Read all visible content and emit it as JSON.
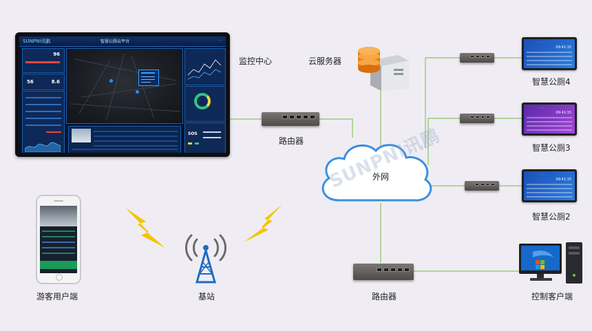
{
  "labels": {
    "monitoring_center": "监控中心",
    "cloud_server": "云服务器",
    "router_top": "路由器",
    "router_bottom": "路由器",
    "internet": "外网",
    "toilet4": "智慧公厕4",
    "toilet3": "智慧公厕3",
    "toilet2": "智慧公厕2",
    "visitor_client": "游客用户端",
    "base_station": "基站",
    "control_client": "控制客户端"
  },
  "monitor_screen": {
    "logo": "SUNPNI讯鹏",
    "title": "智慧公厕云平台",
    "stat_a": "96",
    "stat_b": "56",
    "stat_c": "8.6",
    "sos": "SOS"
  },
  "terminals": {
    "time": "09:41:15"
  },
  "watermark": "SUNPNI讯鹏",
  "colors": {
    "background": "#efedf3",
    "line": "#8cc461",
    "lightning": "#f5c400",
    "tower_blue": "#1d6cc4",
    "cloud_stroke": "#3a8fe0"
  }
}
